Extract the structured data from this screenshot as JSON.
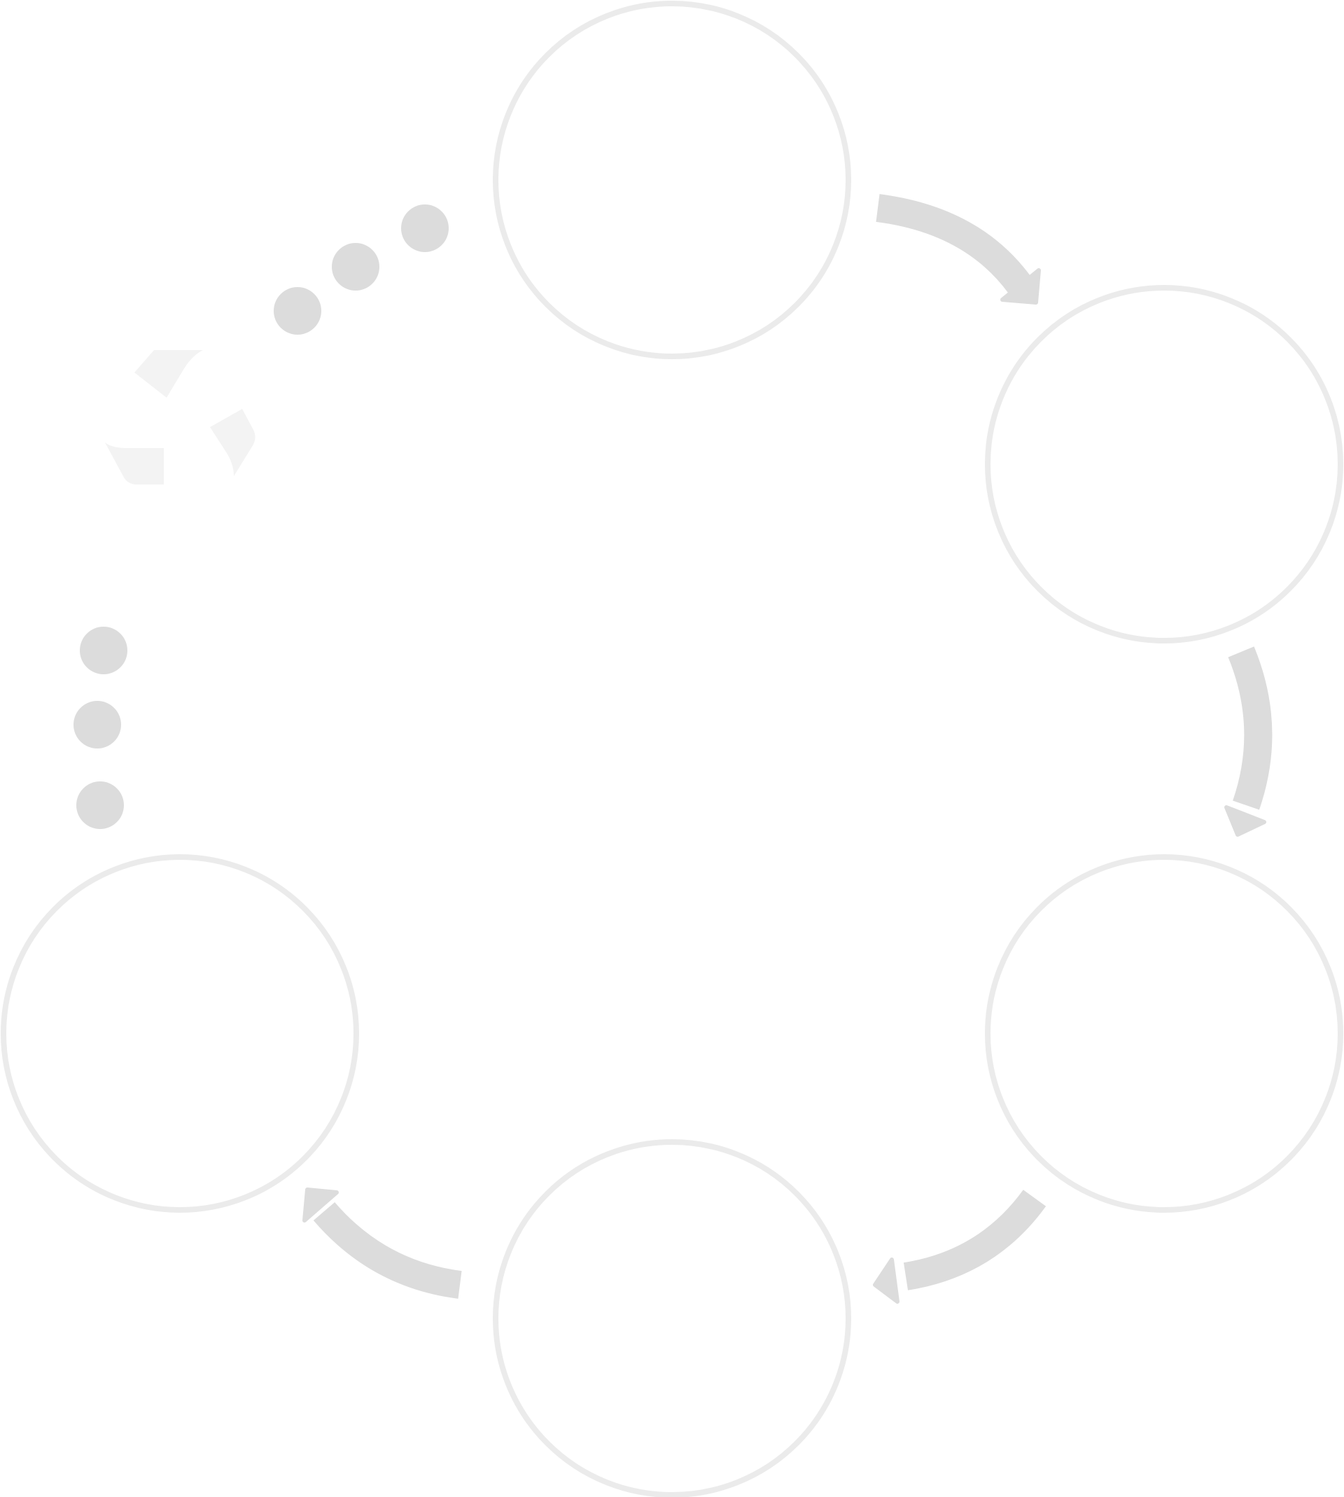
{
  "diagram": {
    "type": "cycle",
    "step_count": 5,
    "steps": [
      {
        "id": "step-1",
        "label": ""
      },
      {
        "id": "step-2",
        "label": ""
      },
      {
        "id": "step-3",
        "label": ""
      },
      {
        "id": "step-4",
        "label": ""
      },
      {
        "id": "step-5",
        "label": ""
      }
    ],
    "connectors": [
      {
        "from": "step-1",
        "to": "step-2",
        "style": "arrow"
      },
      {
        "from": "step-2",
        "to": "step-3",
        "style": "arrow"
      },
      {
        "from": "step-3",
        "to": "step-4",
        "style": "arrow"
      },
      {
        "from": "step-4",
        "to": "step-5",
        "style": "arrow"
      },
      {
        "from": "step-5",
        "to": "step-1",
        "style": "ellipsis"
      }
    ],
    "watermark_icon": "recycle-icon",
    "colors": {
      "background": "#ffffff",
      "node_outline": "#ebebeb",
      "arrow_fill": "#dcdcdc",
      "dot_fill": "#dcdcdc",
      "watermark_fill": "#f3f3f3"
    }
  }
}
